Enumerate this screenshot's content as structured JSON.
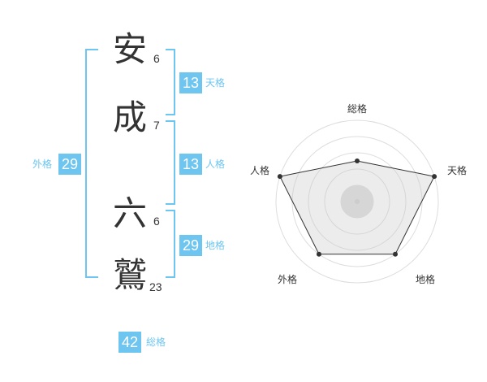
{
  "name": {
    "chars": [
      {
        "char": "安",
        "strokes": "6"
      },
      {
        "char": "成",
        "strokes": "7"
      },
      {
        "char": "六",
        "strokes": "6"
      },
      {
        "char": "鷲",
        "strokes": "23"
      }
    ]
  },
  "fortune": {
    "tenkaku": {
      "label": "天格",
      "value": "13"
    },
    "jinkaku": {
      "label": "人格",
      "value": "13"
    },
    "chikaku": {
      "label": "地格",
      "value": "29"
    },
    "gaikaku": {
      "label": "外格",
      "value": "29"
    },
    "soukaku": {
      "label": "総格",
      "value": "42"
    }
  },
  "colors": {
    "accent": "#6ec6f0",
    "text": "#333333"
  },
  "chart_data": {
    "type": "radar",
    "axes": [
      "総格",
      "天格",
      "地格",
      "外格",
      "人格"
    ],
    "rmax": 5,
    "values": [
      2.5,
      5,
      4,
      4,
      5
    ],
    "rings": 5
  }
}
